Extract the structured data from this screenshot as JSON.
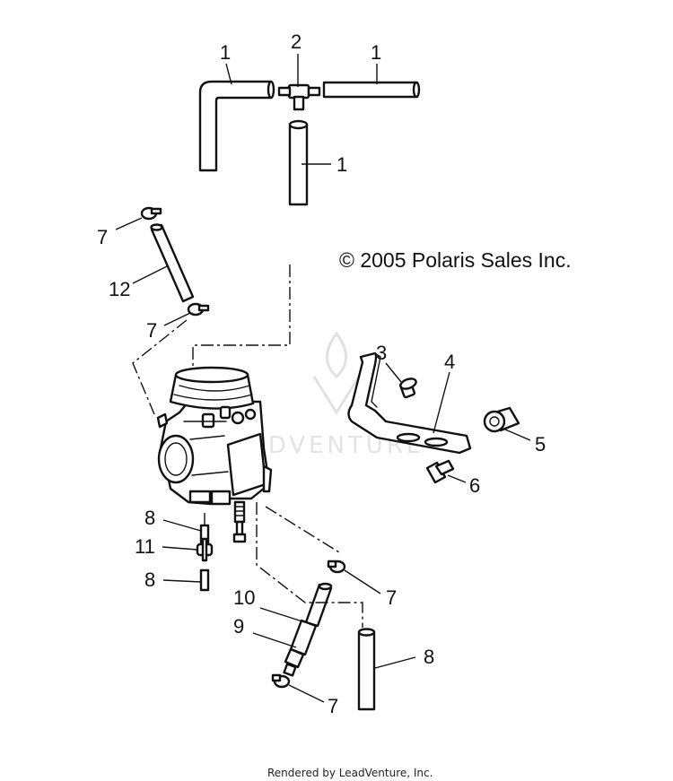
{
  "copyright": "© 2005 Polaris Sales Inc.",
  "footer": "Rendered by LeadVenture, Inc.",
  "watermark": "LEADVENTURE",
  "callouts": {
    "c1a": "1",
    "c1b": "1",
    "c1c": "1",
    "c2": "2",
    "c3": "3",
    "c4": "4",
    "c5": "5",
    "c6": "6",
    "c7a": "7",
    "c7b": "7",
    "c7c": "7",
    "c7d": "7",
    "c8a": "8",
    "c8b": "8",
    "c8c": "8",
    "c9": "9",
    "c10": "10",
    "c11": "11",
    "c12": "12"
  }
}
